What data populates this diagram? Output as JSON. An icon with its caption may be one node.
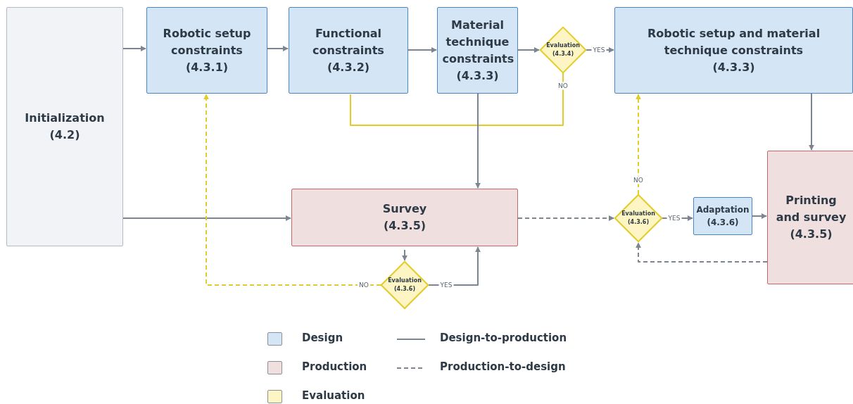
{
  "diagram": {
    "nodes": [
      {
        "text": [
          "Initialization",
          "(4.2)"
        ]
      },
      {
        "text": [
          "Robotic setup constraints",
          "(4.3.1)"
        ]
      },
      {
        "text": [
          "Functional constraints",
          "(4.3.2)"
        ]
      },
      {
        "text": [
          "Material technique constraints",
          "(4.3.3)"
        ]
      },
      {
        "text": [
          "Evaluation",
          "(4.3.4)"
        ]
      },
      {
        "text": [
          "Robotic setup and material technique constraints",
          "(4.3.3)"
        ]
      },
      {
        "text": [
          "Survey",
          "(4.3.5)"
        ]
      },
      {
        "text": [
          "Evaluation",
          "(4.3.6)"
        ]
      },
      {
        "text": [
          "Evaluation",
          "(4.3.6)"
        ]
      },
      {
        "text": [
          "Adaptation",
          "(4.3.6)"
        ]
      },
      {
        "text": [
          "Printing and survey",
          "(4.3.5)"
        ]
      }
    ],
    "edges": [
      {
        "from": 0,
        "to": 1,
        "arrow": "to"
      },
      {
        "from": 1,
        "to": 2,
        "arrow": "to"
      },
      {
        "from": 2,
        "to": 3,
        "arrow": "to"
      },
      {
        "from": 3,
        "to": 4,
        "arrow": "to"
      },
      {
        "from": 4,
        "to": 5,
        "arrow": "to",
        "label": "YES"
      },
      {
        "from": 4,
        "to": 2,
        "arrow": "none",
        "label": "NO",
        "color": "#e3cc2a"
      },
      {
        "from": 3,
        "to": 6,
        "arrow": "to"
      },
      {
        "from": 0,
        "to": 6,
        "arrow": "to"
      },
      {
        "from": 6,
        "to": 7,
        "arrow": "to"
      },
      {
        "from": 7,
        "to": 6,
        "arrow": "to",
        "label": "YES"
      },
      {
        "from": 7,
        "to": 1,
        "arrow": "to",
        "label": "NO",
        "style": "dashed",
        "color": "#e3cc2a"
      },
      {
        "from": 6,
        "to": 8,
        "arrow": "to",
        "style": "dashed"
      },
      {
        "from": 8,
        "to": 5,
        "arrow": "to",
        "label": "NO",
        "style": "dashed",
        "color": "#e3cc2a"
      },
      {
        "from": 8,
        "to": 9,
        "arrow": "to",
        "label": "YES"
      },
      {
        "from": 9,
        "to": 10,
        "arrow": "to"
      },
      {
        "from": 5,
        "to": 10,
        "arrow": "to"
      },
      {
        "from": 10,
        "to": 8,
        "arrow": "to",
        "style": "dashed"
      }
    ],
    "legend": [
      {
        "text": "Design",
        "color": "#d4e5f5"
      },
      {
        "text": "Design-to-production"
      },
      {
        "text": "Production",
        "color": "#f0dfdf"
      },
      {
        "text": "Production-to-design"
      },
      {
        "text": "Evaluation",
        "color": "#fdf5c3"
      }
    ]
  }
}
